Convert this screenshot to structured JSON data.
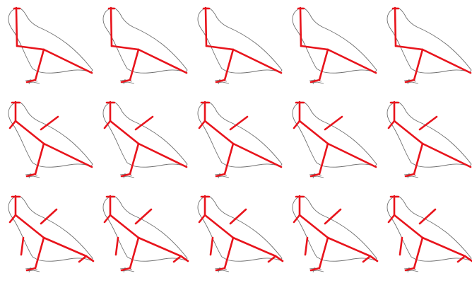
{
  "figure": {
    "rows": 3,
    "columns": 5,
    "outline_color": "#6e6e6e",
    "skeleton_color": "#e8141c",
    "background_color": "#ffffff"
  },
  "panels": [
    {
      "row": 0,
      "col": 0,
      "skeleton_level": 1
    },
    {
      "row": 0,
      "col": 1,
      "skeleton_level": 1
    },
    {
      "row": 0,
      "col": 2,
      "skeleton_level": 1
    },
    {
      "row": 0,
      "col": 3,
      "skeleton_level": 1
    },
    {
      "row": 0,
      "col": 4,
      "skeleton_level": 1
    },
    {
      "row": 1,
      "col": 0,
      "skeleton_level": 2
    },
    {
      "row": 1,
      "col": 1,
      "skeleton_level": 2
    },
    {
      "row": 1,
      "col": 2,
      "skeleton_level": 2
    },
    {
      "row": 1,
      "col": 3,
      "skeleton_level": 2
    },
    {
      "row": 1,
      "col": 4,
      "skeleton_level": 2
    },
    {
      "row": 2,
      "col": 0,
      "skeleton_level": 3
    },
    {
      "row": 2,
      "col": 1,
      "skeleton_level": 3
    },
    {
      "row": 2,
      "col": 2,
      "skeleton_level": 3
    },
    {
      "row": 2,
      "col": 3,
      "skeleton_level": 3
    },
    {
      "row": 2,
      "col": 4,
      "skeleton_level": 3
    }
  ]
}
